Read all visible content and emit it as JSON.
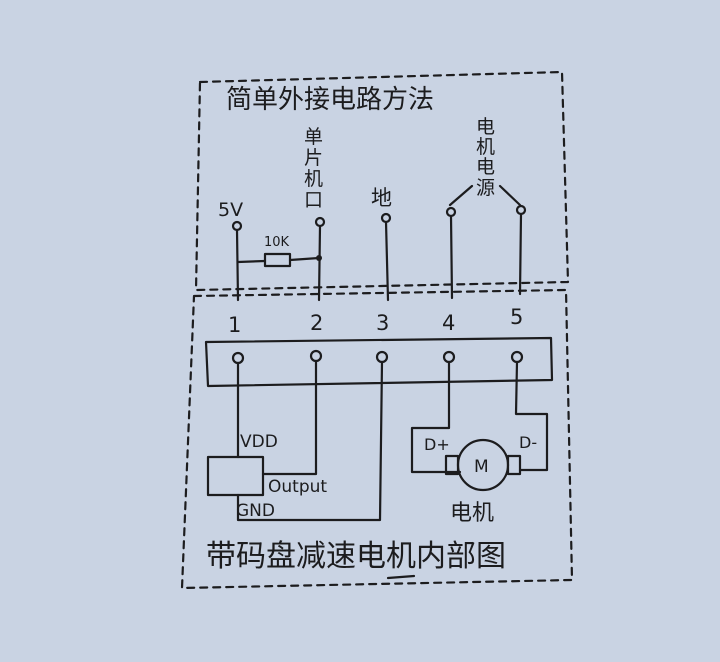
{
  "paper_color": "#c9d3e3",
  "ink_color": "#1c1c1e",
  "external": {
    "title": "简单外接电路方法",
    "label_5v": "5V",
    "label_mcu": [
      "单",
      "片",
      "机",
      "口"
    ],
    "label_ground": "地",
    "label_motor_power": [
      "电",
      "机",
      "电",
      "源"
    ],
    "resistor_label": "10K"
  },
  "pins": [
    "1",
    "2",
    "3",
    "4",
    "5"
  ],
  "internal": {
    "sensor_vdd": "VDD",
    "sensor_output": "Output",
    "sensor_gnd": "GND",
    "motor_plus": "D+",
    "motor_minus": "D-",
    "motor_symbol": "M",
    "motor_caption": "电机",
    "footer_title": "带码盘减速电机内部图"
  }
}
